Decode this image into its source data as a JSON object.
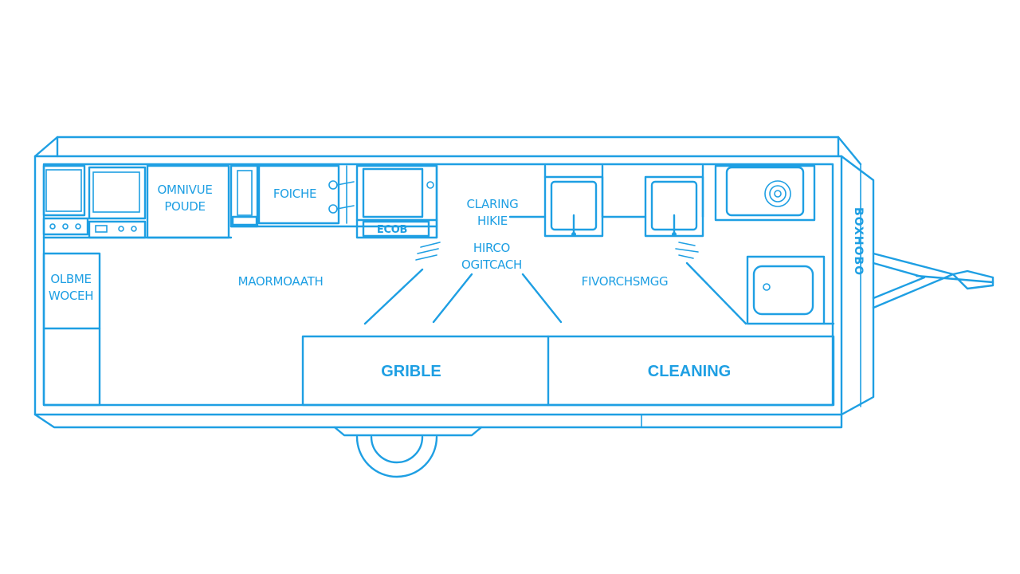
{
  "colors": {
    "line": "#1e9fe3",
    "background": "#ffffff"
  },
  "labels": {
    "top_left_station": [
      "OMNIVUE",
      "POUDE"
    ],
    "fridge_station": "FOICHE",
    "center_top": [
      "CLARING",
      "HIKIE"
    ],
    "center_mid": [
      "HIRCO",
      "OGITCACH"
    ],
    "left_room": [
      "OLBME",
      "WOCEH"
    ],
    "main_aisle": "MAORMOAATH",
    "right_area": "FIVORCHSMGG",
    "counter_left": "GRIBLE",
    "counter_right": "CLEANING",
    "front_vertical": "BOXHOBO",
    "stove_knobs": "ECOB"
  },
  "icons": [
    "oven-icon",
    "sink-icon",
    "stove-knobs-icon",
    "spiral-burner-icon",
    "toilet-icon",
    "wheel-icon",
    "hitch-icon"
  ]
}
